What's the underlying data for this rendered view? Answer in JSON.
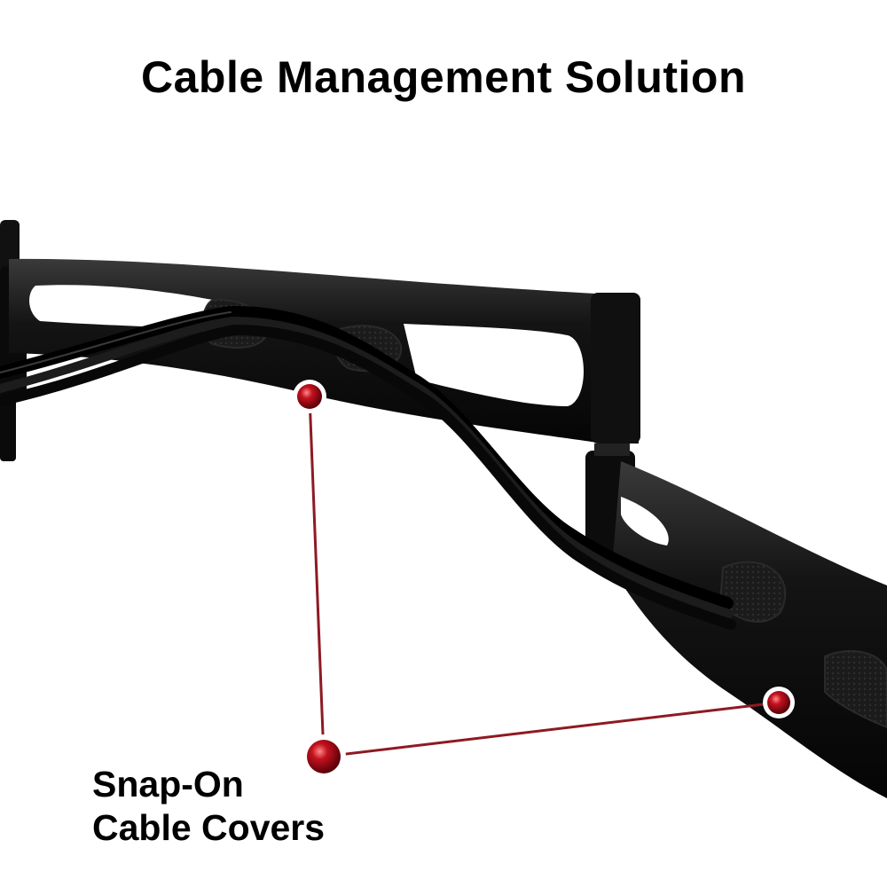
{
  "heading": "Cable Management Solution",
  "callout": {
    "line1": "Snap-On",
    "line2": "Cable Covers"
  },
  "colors": {
    "background": "#ffffff",
    "arm": "#0d0d0d",
    "marker": "#b0101c",
    "leader_line": "#8e1a22",
    "text": "#000000"
  },
  "markers": [
    "cover-marker-upper-left",
    "cover-marker-center",
    "cover-marker-right"
  ]
}
